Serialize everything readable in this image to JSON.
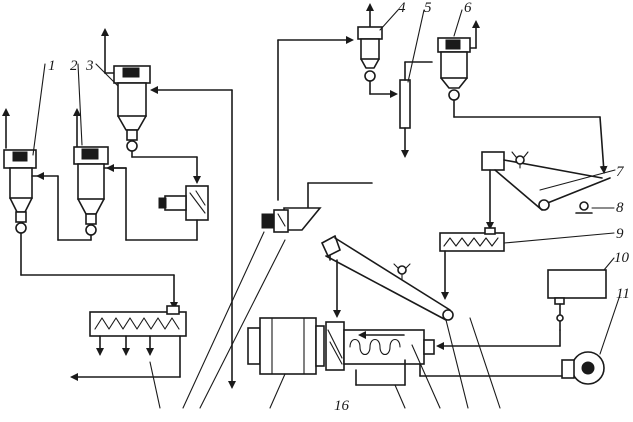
{
  "diagram": {
    "labels": {
      "l1": "1",
      "l2": "2",
      "l3": "3",
      "l4": "4",
      "l5": "5",
      "l6": "6",
      "l7": "7",
      "l8": "8",
      "l9": "9",
      "l10": "10",
      "l11": "11",
      "l16": "16"
    }
  }
}
